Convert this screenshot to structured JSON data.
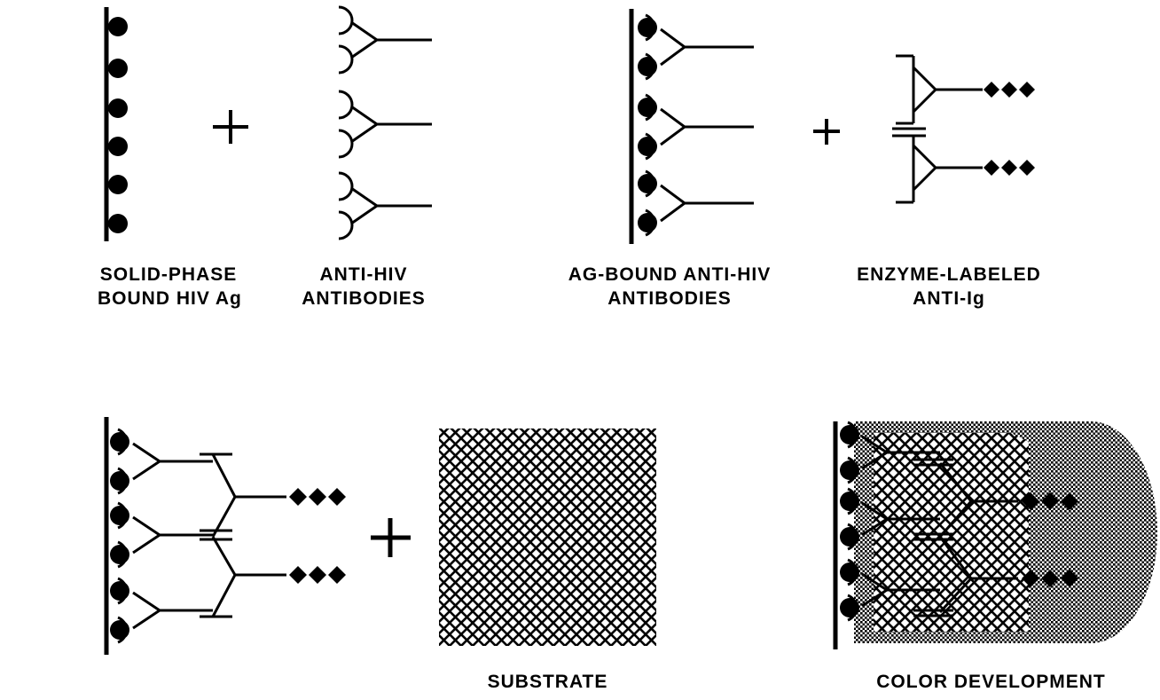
{
  "labels": {
    "solid_phase": [
      "SOLID-PHASE",
      "BOUND HIV Ag"
    ],
    "anti_hiv": [
      "ANTI-HIV",
      "ANTIBODIES"
    ],
    "ag_bound": [
      "AG-BOUND ANTI-HIV",
      "ANTIBODIES"
    ],
    "enzyme_labeled": [
      "ENZYME-LABELED",
      "ANTI-Ig"
    ],
    "substrate": "SUBSTRATE",
    "color_development": "COLOR DEVELOPMENT"
  },
  "operators": [
    "+",
    "+",
    "+"
  ],
  "colors": {
    "ink": "#000000",
    "background": "#ffffff"
  }
}
